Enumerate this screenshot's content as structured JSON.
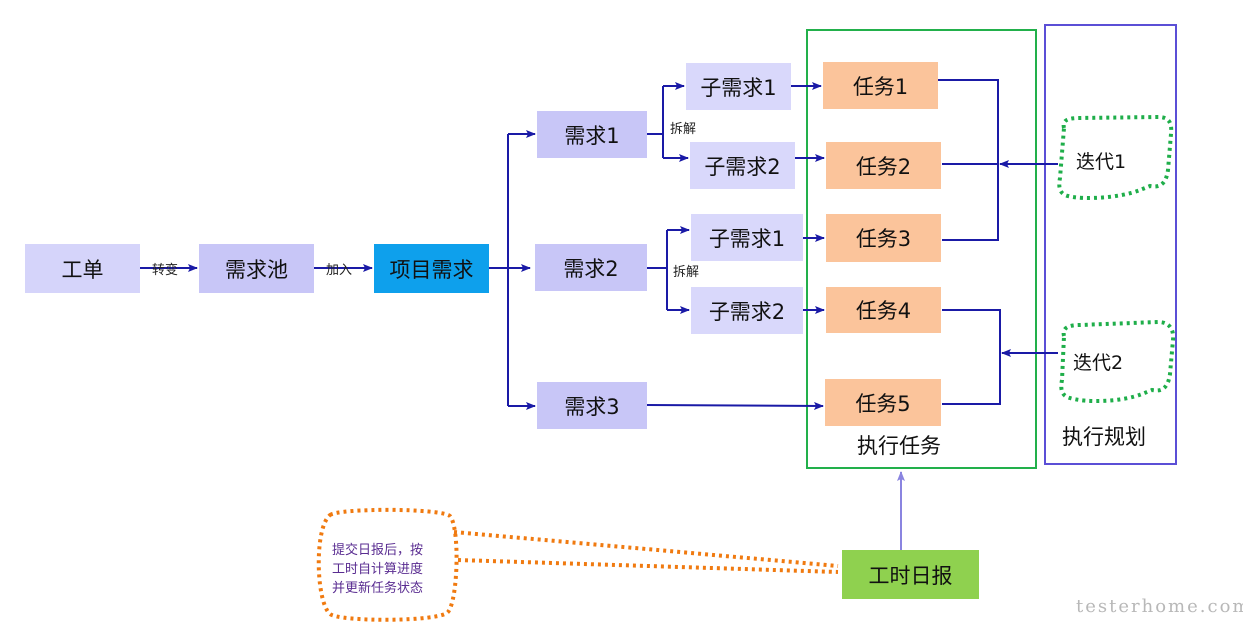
{
  "nodes": {
    "ticket": "工单",
    "pool": "需求池",
    "project": "项目需求",
    "req1": "需求1",
    "req2": "需求2",
    "req3": "需求3",
    "sub1a": "子需求1",
    "sub1b": "子需求2",
    "sub2a": "子需求1",
    "sub2b": "子需求2",
    "task1": "任务1",
    "task2": "任务2",
    "task3": "任务3",
    "task4": "任务4",
    "task5": "任务5",
    "daily": "工时日报"
  },
  "edge_labels": {
    "transfer": "转变",
    "join": "加入",
    "split1": "拆解",
    "split2": "拆解"
  },
  "frames": {
    "execute_tasks": "执行任务",
    "execute_plan": "执行规划"
  },
  "iterations": {
    "iter1": "迭代1",
    "iter2": "迭代2"
  },
  "note": {
    "line1": "提交日报后，按",
    "line2": "工时自计算进度",
    "line3": "并更新任务状态"
  },
  "watermark": "testerhome.com",
  "colors": {
    "arrow": "#1a1aa6",
    "task_frame": "#22b04b",
    "plan_frame": "#5b4fd6",
    "iteration_outline": "#1fae4a",
    "note_outline": "#f07a10"
  }
}
